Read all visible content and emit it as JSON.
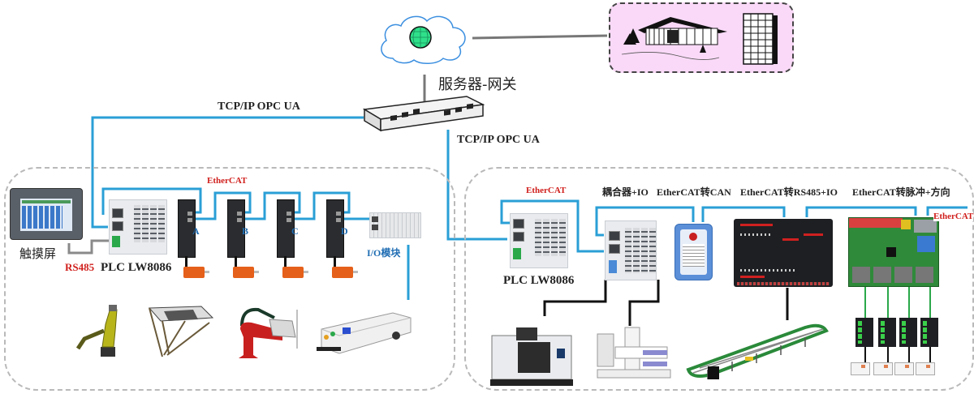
{
  "top": {
    "cloud_icon": "internet-globe-icon",
    "gateway_label": "服务器-网关",
    "remote_site_icons": [
      "house-icon",
      "office-building-icon"
    ]
  },
  "links": {
    "left_protocol": "TCP/IP   OPC UA",
    "right_protocol": "TCP/IP   OPC UA"
  },
  "left_panel": {
    "hmi_label": "触摸屏",
    "rs485_label": "RS485",
    "plc_label": "PLC LW8086",
    "bus_label": "EtherCAT",
    "servos": [
      {
        "label": "A"
      },
      {
        "label": "B"
      },
      {
        "label": "C"
      },
      {
        "label": "D"
      }
    ],
    "io_label": "I/O模块",
    "robots": [
      "articulated-robot-icon",
      "delta-robot-icon",
      "scara-robot-icon",
      "agv-icon"
    ]
  },
  "right_panel": {
    "bus_label": "EtherCAT",
    "plc_label": "PLC LW8086",
    "modules": [
      {
        "label": "耦合器+IO"
      },
      {
        "label": "EtherCAT转CAN"
      },
      {
        "label": "EtherCAT转RS485+IO"
      },
      {
        "label": "EtherCAT转脉冲+方向"
      }
    ],
    "bus_out_label": "EtherCAT",
    "equipment": [
      "cnc-machine-icon",
      "injection-machine-icon",
      "conveyor-line-icon"
    ],
    "stepper_count": 4
  },
  "colors": {
    "ethernet": "#2a9fd6",
    "ethercat_red": "#d0201d",
    "servo_label_blue": "#1f6db3",
    "remote_bg": "#f9d9f7"
  }
}
